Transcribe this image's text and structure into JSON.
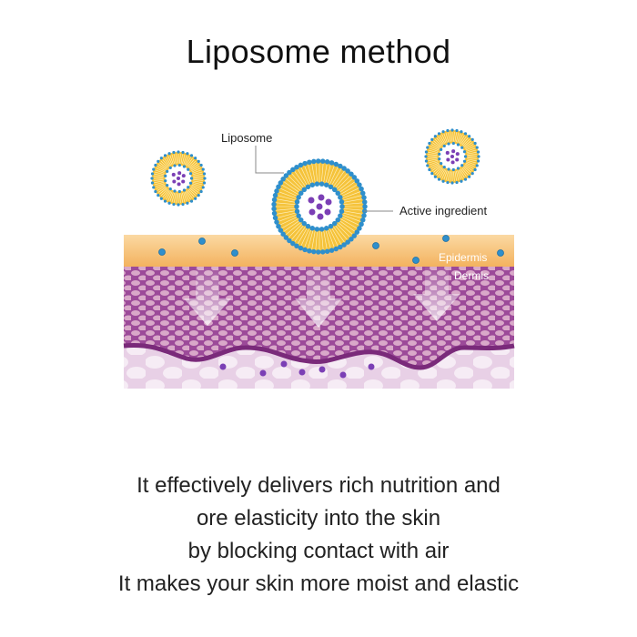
{
  "title": "Liposome method",
  "diagram": {
    "labels": {
      "liposome": "Liposome",
      "active_ingredient": "Active ingredient",
      "epidermis": "Epidermis",
      "dermis": "Dermis"
    },
    "colors": {
      "lipid_head": "#2f8fcc",
      "lipid_tail": "#f5c33b",
      "ingredient": "#7b3fb5",
      "epidermis": "#f7c37e",
      "dermis": "#9c4a99",
      "lower_dermis": "#e9d3e8"
    }
  },
  "description": [
    "It effectively delivers rich nutrition and",
    "ore elasticity into the skin",
    "by blocking contact with air",
    "It makes your skin more moist and elastic"
  ]
}
